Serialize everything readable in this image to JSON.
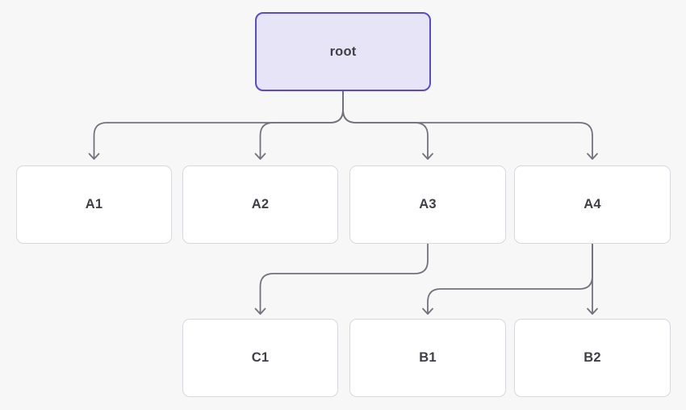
{
  "diagram": {
    "type": "tree-flowchart",
    "nodes": [
      {
        "id": "root",
        "label": "root",
        "role": "root"
      },
      {
        "id": "A1",
        "label": "A1",
        "role": "child"
      },
      {
        "id": "A2",
        "label": "A2",
        "role": "child"
      },
      {
        "id": "A3",
        "label": "A3",
        "role": "child"
      },
      {
        "id": "A4",
        "label": "A4",
        "role": "child"
      },
      {
        "id": "C1",
        "label": "C1",
        "role": "grandchild"
      },
      {
        "id": "B1",
        "label": "B1",
        "role": "grandchild"
      },
      {
        "id": "B2",
        "label": "B2",
        "role": "grandchild"
      }
    ],
    "edges": [
      {
        "from": "root",
        "to": "A1",
        "style": "smoothstep-arrow"
      },
      {
        "from": "root",
        "to": "A2",
        "style": "smoothstep-arrow"
      },
      {
        "from": "root",
        "to": "A3",
        "style": "smoothstep-arrow"
      },
      {
        "from": "root",
        "to": "A4",
        "style": "smoothstep-arrow"
      },
      {
        "from": "A3",
        "to": "C1",
        "style": "smoothstep-arrow"
      },
      {
        "from": "A4",
        "to": "B1",
        "style": "smoothstep-arrow"
      },
      {
        "from": "A4",
        "to": "B2",
        "style": "smoothstep-arrow"
      }
    ],
    "colors": {
      "background": "#f7f7f8",
      "node_fill": "#ffffff",
      "node_border": "#d8d8de",
      "node_text": "#3f3f46",
      "root_fill": "#e8e4f7",
      "root_border": "#5a4ad1",
      "edge": "#72727e"
    }
  }
}
